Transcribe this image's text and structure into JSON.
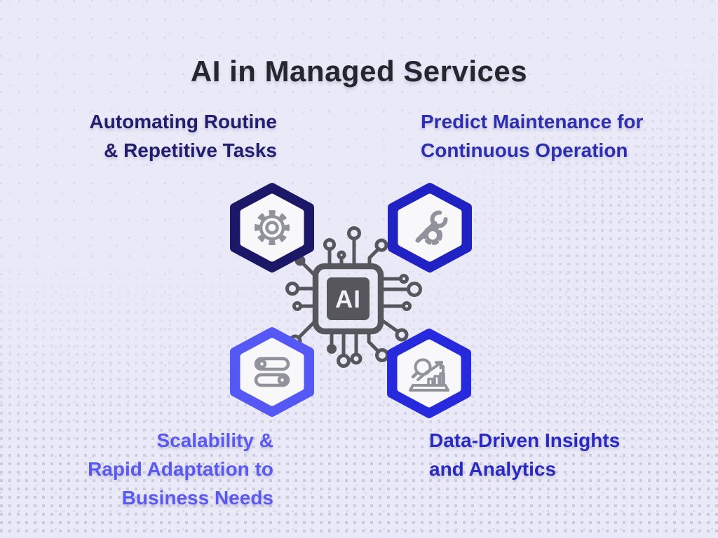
{
  "title": "AI in Managed Services",
  "center": {
    "icon": "ai-chip-icon",
    "chip_label": "AI"
  },
  "nodes": [
    {
      "id": "automation",
      "position": "top-left",
      "icon": "gear-icon",
      "hex_color": "#1d1767",
      "label_color": "#211e6e",
      "lines": [
        "Automating Routine",
        "& Repetitive Tasks"
      ]
    },
    {
      "id": "predictive-maintenance",
      "position": "top-right",
      "icon": "wrench-icon",
      "hex_color": "#2122c4",
      "label_color": "#2e2eb0",
      "lines": [
        "Predict Maintenance for",
        "Continuous Operation"
      ]
    },
    {
      "id": "scalability",
      "position": "bottom-left",
      "icon": "toggles-icon",
      "hex_color": "#5658f5",
      "label_color": "#5a5af2",
      "lines": [
        "Scalability &",
        "Rapid Adaptation to",
        "Business Needs"
      ]
    },
    {
      "id": "analytics",
      "position": "bottom-right",
      "icon": "chart-icon",
      "hex_color": "#2729dd",
      "label_color": "#2a2ac2",
      "lines": [
        "Data-Driven Insights",
        "and Analytics"
      ]
    }
  ],
  "colors": {
    "background": "#eae9f8",
    "title_text": "#26262e",
    "chip_gray": "#57565c",
    "chip_label_fill": "#f1f0fa",
    "icon_stroke": "#92929c",
    "hex_inner_fill": "#f8f8fa",
    "dots_bottom": "#cccbdc",
    "dots_sparse": "#dcdaec"
  }
}
